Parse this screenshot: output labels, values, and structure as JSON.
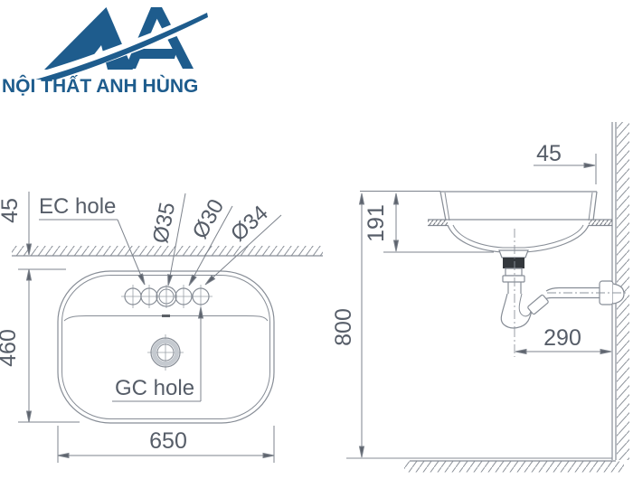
{
  "page": {
    "background": "#ffffff"
  },
  "logo": {
    "company_name": "NỘI THẤT ANH HÙNG",
    "brand_color": "#1e5c8d"
  },
  "drawing": {
    "stroke_color": "#878d96",
    "text_color": "#565d68",
    "views": {
      "top_view": {
        "title": "basin top view",
        "labels": {
          "ec_hole": "EC hole",
          "gc_hole": "GC hole",
          "dia_35": "Ø35",
          "dia_30": "Ø30",
          "dia_34": "Ø34"
        },
        "dimensions": {
          "wall_gap": "45",
          "depth": "460",
          "width": "650"
        }
      },
      "side_view": {
        "title": "basin side section",
        "dimensions": {
          "wall_gap": "45",
          "rim_to_trap": "191",
          "rim_height": "800",
          "trap_to_wall": "290"
        }
      }
    }
  }
}
